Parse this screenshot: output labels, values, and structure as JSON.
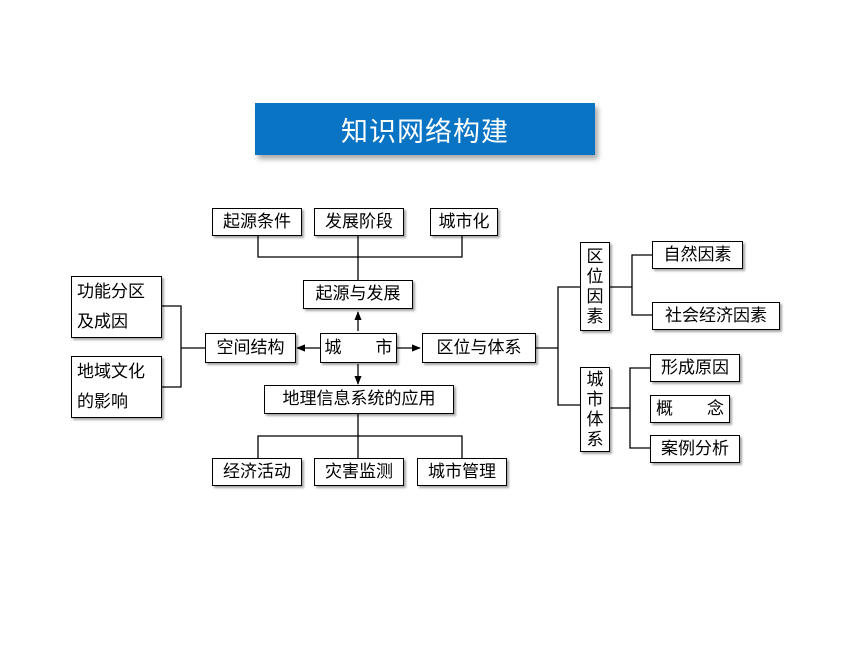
{
  "title": "知识网络构建",
  "nodes": {
    "origin_conditions": "起源条件",
    "dev_stages": "发展阶段",
    "urbanization": "城市化",
    "origin_dev": "起源与发展",
    "function_zone": "功能分区及成因",
    "regional_culture": "地域文化的影响",
    "spatial_structure": "空间结构",
    "city": "城　　市",
    "location_system": "区位与体系",
    "gis_application": "地理信息系统的应用",
    "economic_activity": "经济活动",
    "disaster_monitoring": "灾害监测",
    "city_management": "城市管理",
    "location_factors": "区位因素",
    "natural_factors": "自然因素",
    "socioeconomic_factors": "社会经济因素",
    "city_system": "城市体系",
    "formation_causes": "形成原因",
    "concept": "概　　念",
    "case_analysis": "案例分析"
  },
  "colors": {
    "banner": "#0a74c4",
    "line": "#000000"
  }
}
